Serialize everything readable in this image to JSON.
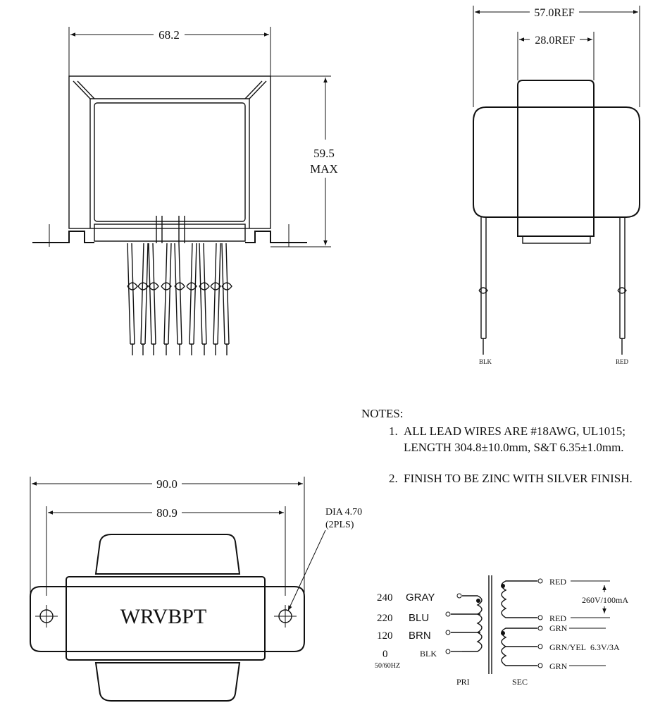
{
  "front_view": {
    "width_dim": "68.2",
    "height_dim": "59.5",
    "height_note": "MAX"
  },
  "side_view": {
    "overall_dim": "57.0REF",
    "core_dim": "28.0REF",
    "lead_left": "BLK",
    "lead_right": "RED"
  },
  "notes": {
    "heading": "NOTES:",
    "items": [
      {
        "num": "1.",
        "line1": "ALL LEAD WIRES ARE #18AWG, UL1015;",
        "line2": "LENGTH 304.8±10.0mm, S&T 6.35±1.0mm."
      },
      {
        "num": "2.",
        "line1": "FINISH TO BE ZINC WITH SILVER FINISH.",
        "line2": ""
      }
    ]
  },
  "bottom_view": {
    "overall_dim": "90.0",
    "hole_spacing_dim": "80.9",
    "hole_note_line1": "DIA 4.70",
    "hole_note_line2": "(2PLS)",
    "label": "WRVBPT"
  },
  "schematic": {
    "primary_taps": [
      {
        "voltage": "240",
        "color": "GRAY"
      },
      {
        "voltage": "220",
        "color": "BLU"
      },
      {
        "voltage": "120",
        "color": "BRN"
      },
      {
        "voltage": "0",
        "color": "BLK"
      }
    ],
    "frequency": "50/60HZ",
    "primary_label": "PRI",
    "secondary_label": "SEC",
    "hv_leads": [
      "RED",
      "RED"
    ],
    "hv_rating": "260V/100mA",
    "lv_leads": [
      "GRN",
      "GRN/YEL",
      "GRN"
    ],
    "lv_rating": "6.3V/3A"
  }
}
